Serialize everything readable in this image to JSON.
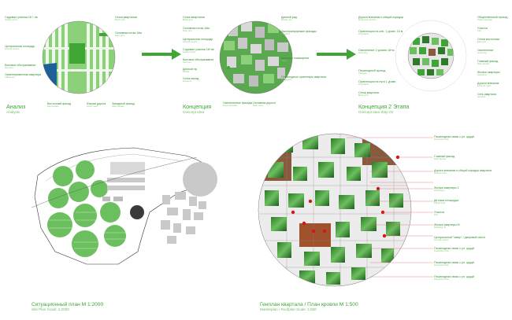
{
  "panels": {
    "analysis": {
      "title": "Анализ",
      "subtitle": "Analysis"
    },
    "concept": {
      "title": "Концепция",
      "subtitle": "Concept idea"
    },
    "concept2": {
      "title": "Концепция 2 Этапа",
      "subtitle": "Concept idea Step 02"
    },
    "site_plan": {
      "title": "Ситуационный план   М 1:2000",
      "subtitle": "Site Plan   Scale: 1:2000"
    },
    "masterplan": {
      "title": "Генплан квартала / План кровли   М 1:500",
      "subtitle": "Masterplan / Roofplan   Scale: 1:500"
    }
  },
  "analysis_labels": [
    {
      "text": "Садовые участки 18 + кв",
      "sub": "Garden plots"
    },
    {
      "text": "Центральная площадь",
      "sub": "Central square"
    },
    {
      "text": "Бытовое обслуживание",
      "sub": "Services"
    },
    {
      "text": "Ориентировочная квартира",
      "sub": "Apartment"
    },
    {
      "text": "Восточный фасад",
      "sub": "East facade"
    },
    {
      "text": "Южная дорога",
      "sub": "South road"
    },
    {
      "text": "Западный фасад",
      "sub": "West facade"
    },
    {
      "text": "Сетка кварталов",
      "sub": "Block grid"
    },
    {
      "text": "Основная сетка 18м",
      "sub": "Main grid"
    }
  ],
  "concept_labels": [
    {
      "text": "Сетка кварталов",
      "sub": "Block grid"
    },
    {
      "text": "Основная сетка 18м",
      "sub": "Main grid"
    },
    {
      "text": "Центральная площадь",
      "sub": "Central square"
    },
    {
      "text": "Садовые участки 18+кв",
      "sub": "Garden plots"
    },
    {
      "text": "Бытовое обслуживание",
      "sub": "Services"
    },
    {
      "text": "Дачный пр.",
      "sub": "Dacha"
    },
    {
      "text": "Сетка въезд",
      "sub": "Entrance"
    },
    {
      "text": "Дачный ряд",
      "sub": "Dacha row"
    },
    {
      "text": "Эксплуатируемые фасады",
      "sub": "Facades"
    },
    {
      "text": "Бытовые помещения",
      "sub": "Utility"
    },
    {
      "text": "Пешеходные ориентиры квартала",
      "sub": "Pedestrian"
    },
    {
      "text": "Озелененные фасады",
      "sub": "Green facades"
    },
    {
      "text": "Основная дорога",
      "sub": "Main road"
    }
  ],
  "concept2_labels": [
    {
      "text": "Дорога внешняя и общий коридор",
      "sub": "Road and corridor"
    },
    {
      "text": "Ориентация на сев. 1 уровн. 18 м",
      "sub": "Orientation"
    },
    {
      "text": "Озеленение 1 уровня 18+м",
      "sub": "Greening"
    },
    {
      "text": "Пешеходный проход",
      "sub": "Passage"
    },
    {
      "text": "Ориентация на пути 1 уровн.",
      "sub": "Orientation"
    },
    {
      "text": "Сетка квартала",
      "sub": "Block grid"
    },
    {
      "text": "Общественный проход",
      "sub": "Public passage"
    },
    {
      "text": "Участок",
      "sub": "Plot"
    },
    {
      "text": "Сетка восточная",
      "sub": "East grid"
    },
    {
      "text": "Озеленение",
      "sub": "Greening"
    },
    {
      "text": "Главный фасад",
      "sub": "Main facade"
    },
    {
      "text": "Жилые квартиры",
      "sub": "Dwellings"
    },
    {
      "text": "Дорога внешняя",
      "sub": "External road"
    },
    {
      "text": "Сеть квартала",
      "sub": "Network"
    }
  ],
  "masterplan_labels": [
    {
      "text": "Пешеходная связь с ул. ццццй",
      "sub": "Pedestrian link"
    },
    {
      "text": "Главный фасад",
      "sub": "Main facade"
    },
    {
      "text": "Дорога внешняя и общий коридор квартала",
      "sub": "Internal road"
    },
    {
      "text": "Жилые квартиры 1",
      "sub": "Dwellings 1"
    },
    {
      "text": "Детская площадка",
      "sub": "Playground"
    },
    {
      "text": "Участок",
      "sub": "Plot"
    },
    {
      "text": "Жилые квартиры М",
      "sub": "Dwellings M"
    },
    {
      "text": "Центральный \"сквер\" / дворовой части",
      "sub": "Central square"
    },
    {
      "text": "Пешеходная связь с ул. ццццй",
      "sub": "Pedestrian link"
    },
    {
      "text": "Пешеходная связь с ул. ццццй",
      "sub": "Pedestrian link"
    },
    {
      "text": "Пешеходная связь с ул. ццццй",
      "sub": "Pedestrian link"
    }
  ],
  "colors": {
    "green": "#3fa535",
    "light_green": "#8cd17a",
    "dark_green": "#2f7a2a",
    "grey": "#c9c9c9",
    "blue": "#1f5f9a",
    "red": "#d3141b",
    "brown": "#8a5a3c"
  }
}
